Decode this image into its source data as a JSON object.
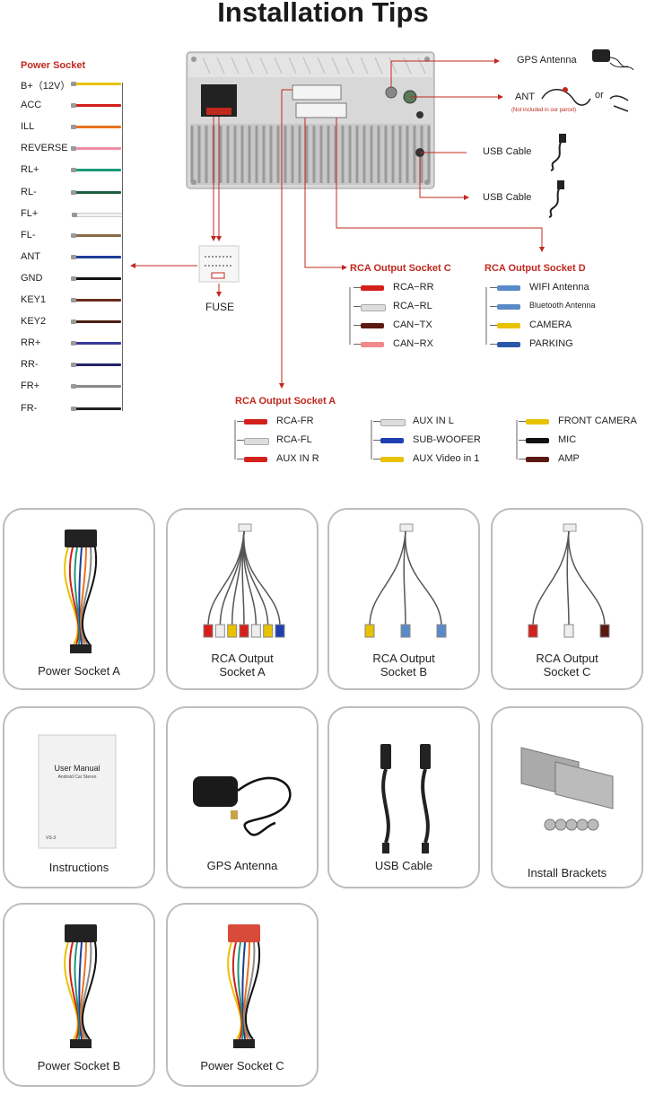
{
  "title": "Installation Tips",
  "power_socket": {
    "title": "Power Socket",
    "pins": [
      {
        "label": "B+（12V）",
        "color": "#e8c200"
      },
      {
        "label": "ACC",
        "color": "#d3201b"
      },
      {
        "label": "ILL",
        "color": "#e8731f"
      },
      {
        "label": "REVERSE",
        "color": "#ef8fa6"
      },
      {
        "label": "RL+",
        "color": "#1a9a78"
      },
      {
        "label": "RL-",
        "color": "#1d5e3f"
      },
      {
        "label": "FL+",
        "color": "#f2f2f2"
      },
      {
        "label": "FL-",
        "color": "#8a6a4a"
      },
      {
        "label": "ANT",
        "color": "#1f3e9a"
      },
      {
        "label": "GND",
        "color": "#111111"
      },
      {
        "label": "KEY1",
        "color": "#6b2d1e"
      },
      {
        "label": "KEY2",
        "color": "#4a1d14"
      },
      {
        "label": "RR+",
        "color": "#3b3a9a"
      },
      {
        "label": "RR-",
        "color": "#22226a"
      },
      {
        "label": "FR+",
        "color": "#8a8a8a"
      },
      {
        "label": "FR-",
        "color": "#222222"
      }
    ]
  },
  "fuse_label": "FUSE",
  "right_connections": {
    "gps": "GPS Antenna",
    "ant": "ANT",
    "ant_note": "(Not included in our parcel)",
    "or": "or",
    "usb1": "USB  Cable",
    "usb2": "USB Cable"
  },
  "rca_c": {
    "title": "RCA Output Socket C",
    "items": [
      {
        "label": "RCA−RR",
        "color": "#d3201b"
      },
      {
        "label": "RCA−RL",
        "color": "#dddddd"
      },
      {
        "label": "CAN−TX",
        "color": "#5a1a12"
      },
      {
        "label": "CAN−RX",
        "color": "#f08a8a"
      }
    ]
  },
  "rca_d": {
    "title": "RCA Output Socket D",
    "items": [
      {
        "label": "WIFI Antenna",
        "color": "#5a8ac8"
      },
      {
        "label": "Bluetooth Antenna",
        "color": "#5a8ac8"
      },
      {
        "label": "CAMERA",
        "color": "#e8c200"
      },
      {
        "label": "PARKING",
        "color": "#2a5aa8"
      }
    ]
  },
  "rca_a": {
    "title": "RCA Output Socket A",
    "col1": [
      {
        "label": "RCA-FR",
        "color": "#d3201b"
      },
      {
        "label": "RCA-FL",
        "color": "#dddddd"
      },
      {
        "label": "AUX IN R",
        "color": "#d3201b"
      }
    ],
    "col2": [
      {
        "label": "AUX IN L",
        "color": "#dddddd"
      },
      {
        "label": "SUB-WOOFER",
        "color": "#1f3eb0"
      },
      {
        "label": "AUX Video in 1",
        "color": "#e8c200"
      }
    ],
    "col3": [
      {
        "label": "FRONT CAMERA",
        "color": "#e8c200"
      },
      {
        "label": "MIC",
        "color": "#111111"
      },
      {
        "label": "AMP",
        "color": "#5a1a12"
      }
    ]
  },
  "accessories": [
    {
      "label": "Power Socket A",
      "icon": "harness-icon"
    },
    {
      "label": "RCA Output\nSocket A",
      "icon": "rca-cable-icon"
    },
    {
      "label": "RCA Output\nSocket B",
      "icon": "rca-cable-icon"
    },
    {
      "label": "RCA Output\nSocket C",
      "icon": "rca-cable-icon"
    },
    {
      "label": "Instructions",
      "icon": "manual-icon"
    },
    {
      "label": "GPS Antenna",
      "icon": "gps-antenna-icon"
    },
    {
      "label": "USB Cable",
      "icon": "usb-cable-icon"
    },
    {
      "label": "Install  Brackets",
      "icon": "bracket-icon"
    },
    {
      "label": "Power Socket B",
      "icon": "harness-icon"
    },
    {
      "label": "Power Socket C",
      "icon": "harness-icon"
    }
  ],
  "manual": {
    "title": "User Manual",
    "subtitle": "Android Car Stereo",
    "code": "VS-3"
  }
}
